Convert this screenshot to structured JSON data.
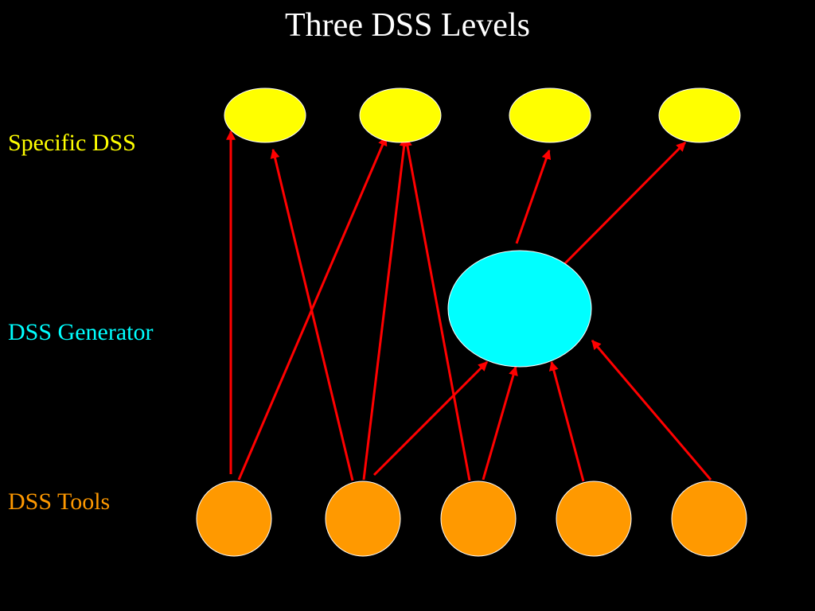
{
  "title": "Three DSS Levels",
  "levels": [
    {
      "key": "specific",
      "label": "Specific DSS",
      "color": "#ffff00"
    },
    {
      "key": "generator",
      "label": "DSS Generator",
      "color": "#00ffff"
    },
    {
      "key": "tools",
      "label": "DSS Tools",
      "color": "#ff9900"
    }
  ],
  "colors": {
    "background": "#000000",
    "title": "#ffffff",
    "arrow": "#ff0000",
    "node_outline": "#ffffff"
  },
  "nodes": {
    "specific": [
      "specific-1",
      "specific-2",
      "specific-3",
      "specific-4"
    ],
    "generator": [
      "generator-1"
    ],
    "tools": [
      "tool-1",
      "tool-2",
      "tool-3",
      "tool-4",
      "tool-5"
    ]
  },
  "edges": [
    {
      "from": "tool-1",
      "to": "specific-1"
    },
    {
      "from": "tool-2",
      "to": "specific-1"
    },
    {
      "from": "tool-2",
      "to": "specific-2"
    },
    {
      "from": "tool-1",
      "to": "specific-2"
    },
    {
      "from": "tool-3",
      "to": "specific-2"
    },
    {
      "from": "generator-1",
      "to": "specific-3"
    },
    {
      "from": "generator-1",
      "to": "specific-4"
    },
    {
      "from": "tool-2",
      "to": "generator-1"
    },
    {
      "from": "tool-3",
      "to": "generator-1"
    },
    {
      "from": "tool-4",
      "to": "generator-1"
    },
    {
      "from": "tool-5",
      "to": "generator-1"
    }
  ]
}
